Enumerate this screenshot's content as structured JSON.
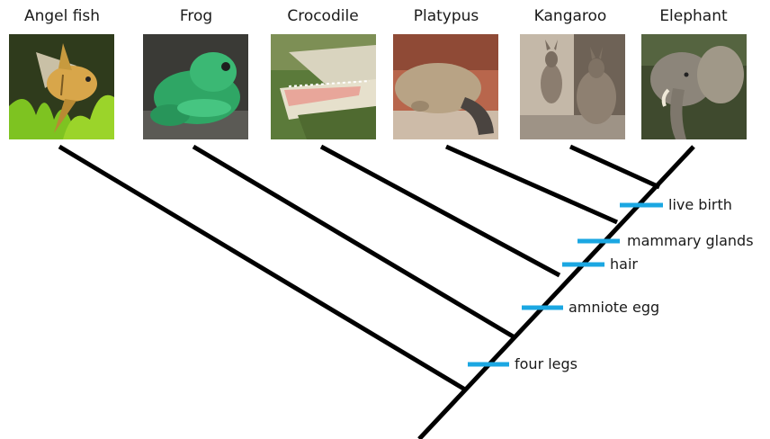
{
  "taxa": [
    {
      "name": "Angel fish",
      "icon": "angel-fish-photo"
    },
    {
      "name": "Frog",
      "icon": "frog-photo"
    },
    {
      "name": "Crocodile",
      "icon": "crocodile-photo"
    },
    {
      "name": "Platypus",
      "icon": "platypus-photo"
    },
    {
      "name": "Kangaroo",
      "icon": "kangaroo-photo"
    },
    {
      "name": "Elephant",
      "icon": "elephant-photo"
    }
  ],
  "traits": [
    "four legs",
    "amniote egg",
    "hair",
    "mammary glands",
    "live birth"
  ],
  "colors": {
    "branch": "#000000",
    "trait_marker": "#1ba7e2",
    "text": "#1a1a1a"
  }
}
